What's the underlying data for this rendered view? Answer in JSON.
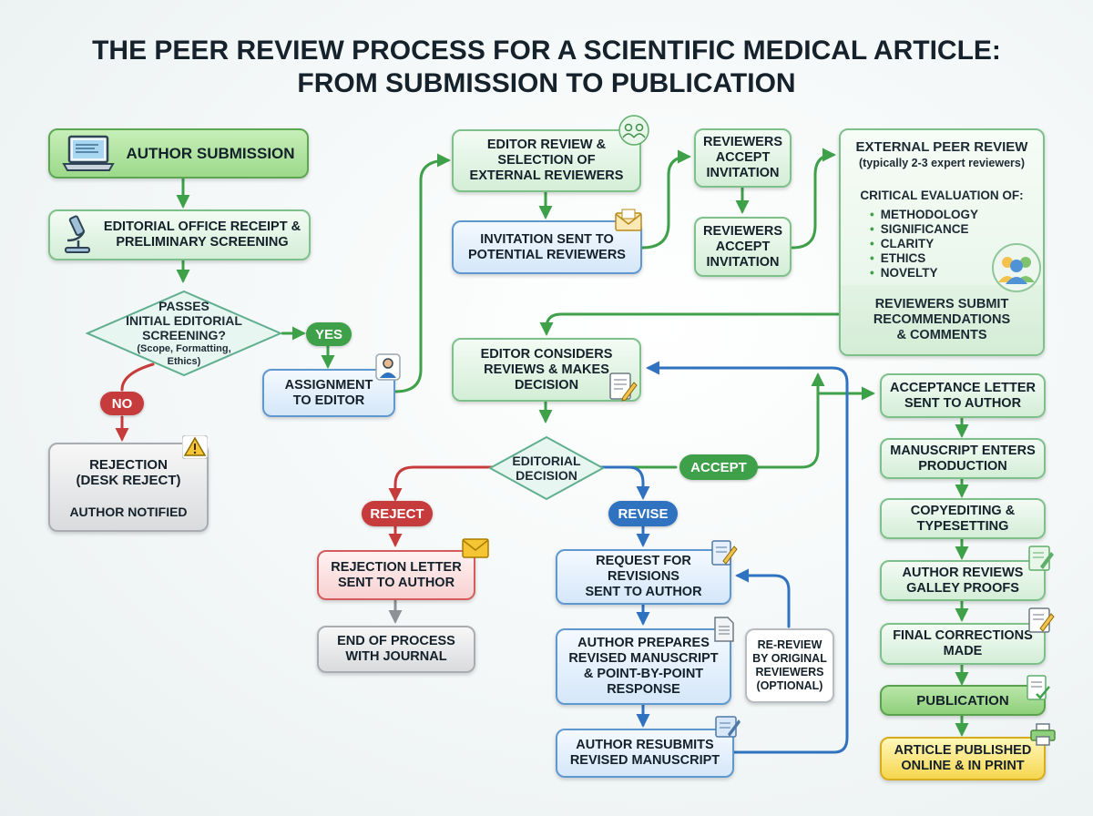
{
  "title": {
    "line1": "THE PEER REVIEW PROCESS FOR A SCIENTIFIC MEDICAL ARTICLE:",
    "line2": "FROM SUBMISSION TO PUBLICATION"
  },
  "left": {
    "submission": "AUTHOR SUBMISSION",
    "receipt": [
      "EDITORIAL OFFICE RECEIPT &",
      "PRELIMINARY SCREENING"
    ],
    "screening": [
      "PASSES",
      "INITIAL EDITORIAL",
      "SCREENING?"
    ],
    "screening_note": [
      "(Scope, Formatting,",
      "Ethics)"
    ],
    "yes": "YES",
    "no": "NO",
    "assignment": [
      "ASSIGNMENT",
      "TO EDITOR"
    ],
    "rejection": [
      "REJECTION",
      "(DESK REJECT)"
    ],
    "author_notified": "AUTHOR NOTIFIED"
  },
  "middle": {
    "editor_review": [
      "EDITOR REVIEW &",
      "SELECTION OF",
      "EXTERNAL REVIEWERS"
    ],
    "invitation": [
      "INVITATION SENT TO",
      "POTENTIAL REVIEWERS"
    ],
    "accept_invite_1": [
      "REVIEWERS",
      "ACCEPT",
      "INVITATION"
    ],
    "accept_invite_2": [
      "REVIEWERS",
      "ACCEPT",
      "INVITATION"
    ],
    "editor_considers": [
      "EDITOR CONSIDERS",
      "REVIEWS & MAKES",
      "DECISION"
    ],
    "decision": [
      "EDITORIAL",
      "DECISION"
    ],
    "accept": "ACCEPT",
    "reject": "REJECT",
    "revise": "REVISE",
    "rejection_letter": [
      "REJECTION LETTER",
      "SENT TO AUTHOR"
    ],
    "end_process": [
      "END OF PROCESS",
      "WITH JOURNAL"
    ],
    "request_revisions": [
      "REQUEST FOR",
      "REVISIONS",
      "SENT TO AUTHOR"
    ],
    "author_prepares": [
      "AUTHOR PREPARES",
      "REVISED MANUSCRIPT",
      "& POINT-BY-POINT",
      "RESPONSE"
    ],
    "re_review": [
      "RE-REVIEW",
      "BY ORIGINAL",
      "REVIEWERS",
      "(OPTIONAL)"
    ],
    "resubmits": [
      "AUTHOR RESUBMITS",
      "REVISED MANUSCRIPT"
    ]
  },
  "external": {
    "heading": "EXTERNAL PEER REVIEW",
    "subheading": "(typically 2-3 expert reviewers)",
    "eval_heading": "CRITICAL EVALUATION OF:",
    "criteria": [
      "METHODOLOGY",
      "SIGNIFICANCE",
      "CLARITY",
      "ETHICS",
      "NOVELTY"
    ],
    "submit": [
      "REVIEWERS SUBMIT",
      "RECOMMENDATIONS",
      "& COMMENTS"
    ]
  },
  "right": {
    "acceptance_letter": [
      "ACCEPTANCE LETTER",
      "SENT TO AUTHOR"
    ],
    "production": [
      "MANUSCRIPT ENTERS",
      "PRODUCTION"
    ],
    "copyediting": [
      "COPYEDITING &",
      "TYPESETTING"
    ],
    "galley": [
      "AUTHOR REVIEWS",
      "GALLEY PROOFS"
    ],
    "corrections": [
      "FINAL CORRECTIONS",
      "MADE"
    ],
    "publication": "PUBLICATION",
    "published": [
      "ARTICLE PUBLISHED",
      "ONLINE & IN PRINT"
    ]
  },
  "colors": {
    "green": "#3fa04a",
    "red": "#c63b3b",
    "blue": "#2f72bf",
    "gray": "#8e9296",
    "yellow": "#f6d64f"
  }
}
